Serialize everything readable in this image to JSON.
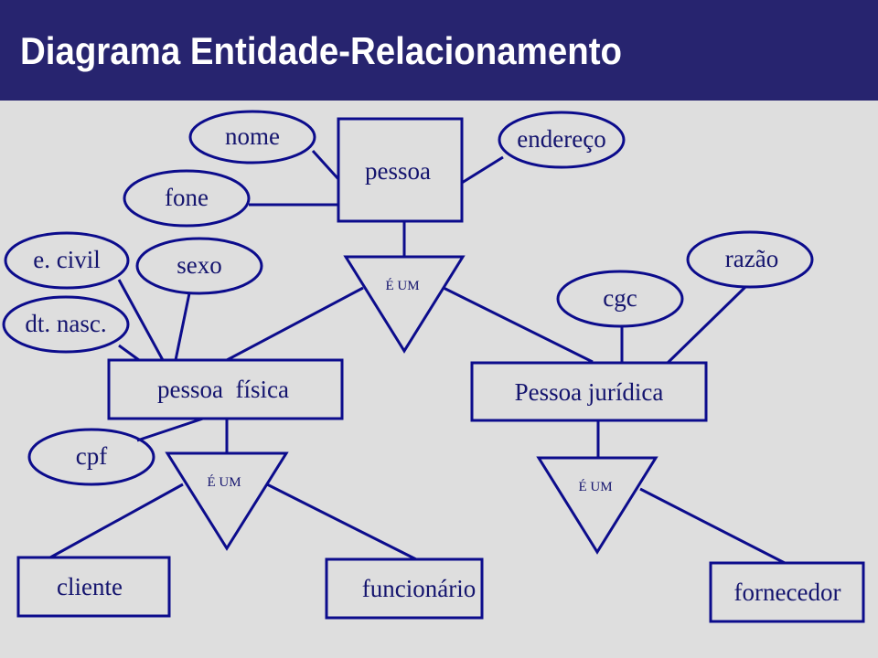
{
  "title": "Diagrama Entidade-Relacionamento",
  "entities": {
    "pessoa": "pessoa",
    "pessoa_fisica": "pessoa  física",
    "pessoa_juridica": "Pessoa jurídica",
    "cliente": "cliente",
    "funcionario": "funcionário",
    "fornecedor": "fornecedor"
  },
  "attributes": {
    "nome": "nome",
    "fone": "fone",
    "endereco": "endereço",
    "estado_civil": "e. civil",
    "sexo": "sexo",
    "dt_nasc": "dt. nasc.",
    "cpf": "cpf",
    "cgc": "cgc",
    "razao": "razão"
  },
  "relationships": {
    "isa1": "É UM",
    "isa2": "É UM",
    "isa3": "É UM"
  },
  "colors": {
    "header": "#27246f",
    "background": "#dedede",
    "stroke": "#0c0c8c",
    "text": "#14146e"
  }
}
